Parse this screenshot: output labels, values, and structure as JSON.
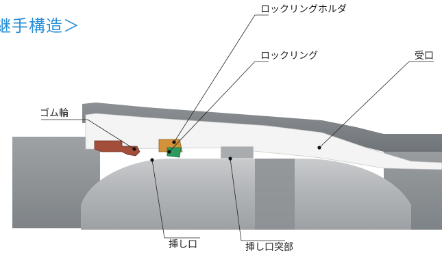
{
  "title": "継手構造＞",
  "labels": {
    "holder": "ロックリングホルダ",
    "ring": "ロックリング",
    "socket": "受口",
    "rubber": "ゴム輪",
    "spigot": "挿し口",
    "spigot_bead": "挿し口突部"
  },
  "colors": {
    "title": "#2a8fd6",
    "rubber_ring": "#a24e3b",
    "lock_ring_holder": "#d3923a",
    "lock_ring": "#2e9b5e",
    "pipe_gray": "#8a8f93",
    "socket_light": "#f2f2f2"
  }
}
